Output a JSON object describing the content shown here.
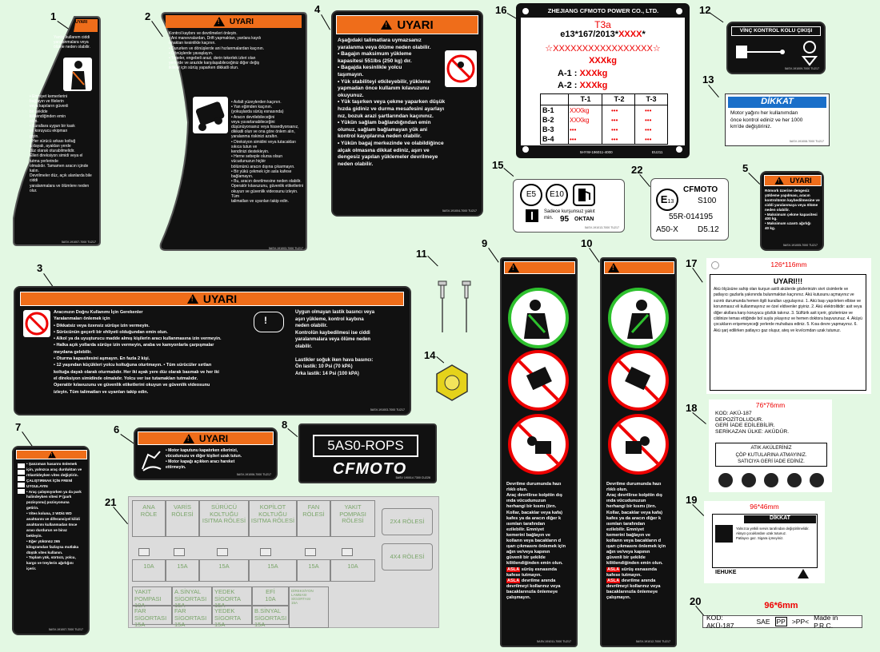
{
  "colors": {
    "bg": "#e3f8e3",
    "orange": "#ef6d1a",
    "black": "#111111",
    "red": "#e00000",
    "blue": "#1a6fc9",
    "green": "#2ec12e"
  },
  "numbers": [
    "1",
    "2",
    "3",
    "4",
    "5",
    "6",
    "7",
    "8",
    "9",
    "10",
    "11",
    "12",
    "13",
    "14",
    "15",
    "16",
    "17",
    "18",
    "19",
    "20",
    "21",
    "22"
  ],
  "d1": {
    "banner": "UYARI",
    "top": "Yanlış kullanım ciddi\nyaralanmalara veya\nölüme neden olabilir.",
    "mid": "• Emniyet kemerlerini\nbağlayın ve filelerin\nveya kapıların güvenli\nbir şekilde\nkilitlendiğinden emin\nolun.\n• Kurallara uygun bir kask\nve koruyucu ekipman\ngiyin.\n• Her sürücü arkası koltuğ\na dayalı, ayakları yerde\ndüz olarak oturabilmelidir.\nElleri direksiyon simidi veya el\ntutma yerlerinde\nolmalıdır. Tamamen aracın içinde kalın.\nDevrilmeler düz, açık alanlarda bile ciddi\nyaralanmalara ve ölümlere neden olur.",
    "foot": "5ASV-191007-7000 TU217"
  },
  "d2": {
    "banner": "UYARI",
    "lines": "Kontrol kaybını ve devrilmeleri önleyin.\n• Ani manevralardan, Drift yapmaktan, yanlara kaydı\nrmaktan kesinlikle kaçının.\n• Dururken ve dönüşlerde ani hızlanmalardan kaçının.\n• Dönüşlerde yavaşlayın.\n• Tepeler, engebeli arazi, derin tekerlek izleri olan\nyerlerde ve arazide karşılaşabileceğiniz diğer değiş\niklikler için sürüş yaparken dikkatli olun.",
    "side": "• Asfalt yüzeylerden kaçının.\n• Yan eğimden kaçının.\n(yokuşlarda sürüş esnasında)\n• Aracın devrilebileceğini\nveya yuvarlanabileceğini\ndüşünüyorsanız veya hissediyorsanız,\ndikkatli olun ve ona göre önlem alın,\nyaralanma riskinizi azaltın.\n• Direksiyon simidini veya tutacakları sıkıca tutun ve\nkendinizi destekleyin.\n• Herne sebeple olursa olsun vücudunuzun hiçbir\nbölümünü aracın dışına çıkarmayın.\n• Bir yükü çekmek için asla kafese bağlamayın.\n• Bu, aracın devrilmesine neden olabilir.\nOperatör kılavuzunu, güvenlik etiketlerini\nokuyun ve güvenlik videosunu izleyin. Tüm\ntalimatları ve uyarıları takip edin.",
    "foot": "5ASV-191003-7000 TU217"
  },
  "d3": {
    "banner": "UYARI",
    "left": "Aracınızın Doğru Kullanımı İçin Gerekenler\nYaralanmaları önlemek için\n• Dikkatsiz veya özensiz sürüşe izin vermeyin.\n• Sürücünün geçerli bir ehliyeti olduğundan emin olun.\n• Alkol ya da uyuşturucu madde almış kişilerin aracı kullanmasına izin vermeyin.\n• Halka açık yollarda sürüşe izin vermeyin, araba ve kamyonlarla çarpışmalar\nmeydana gelebilir.\n• Oturma kapasitesini aşmayın. En fazla 2 kişi.\n• 12 yaşından küçükleri yolcu koltuğuna oturtmayın. • Tüm sürücüler sırtları\nkoltuğa dayalı olarak oturmalıdır. Her iki ayak yere düz olarak basmalı ve her iki\nel direksiyon simidinde olmalıdır. Yolcu ver ise tutamakları tutmalıdır.\nOperatör kılavuzunu ve güvenlik etiketlerini okuyun ve güvenlik videosunu\nizleyin. Tüm talimatları ve uyarıları takip edin.",
    "right": "Uygun olmayan lastik basıncı veya\naşırı yükleme, kontrol kaybına\nneden olabilir.\nKontrolün kaybedilmesi ise ciddi\nyaralanmalara veya ölüme neden\nolabilir.\n\nLastikler soğuk iken hava basıncı:\nÖn lastik: 10 Psi (70 kPA)\nArka lastik: 14 Psi (100 kPA)",
    "foot": "5ASV-191003-7000 TU217"
  },
  "d4": {
    "banner": "UYARI",
    "lines": "Aşağıdaki talimatlara uymazsanız\nyaralanma veya ölüme neden olabilir.\n• Bagajın maksimum yükleme\nkapasitesi 551lbs (250 kg) dır.\n• Bagajda kesinlikle yolcu\ntaşımayın.\n• Yük stabiliteyi etkileyebilir, yükleme\nyapmadan önce kullanım kılavuzunu\nokuyunuz.\n• Yük taşırken veya çekme yaparken düşük\nhızda gidiniz ve durma mesafesini ayarlayı\nnız, bozuk arazi şartlarından kaçınınız.\n• Yükün sağlam bağlandığından emin\nolunuz, sağlam bağlamayan yük ani\nkontrol kayıplarına neden olabilir.\n• Yükün bagaj merkezinde ve olabildiğince\nalçak olmasına dikkat ediniz, aşırı ve\ndengesiz yapılan yüklemeler devrilmeye\nneden olabilir.",
    "foot": "5ASV-191004-7000 TU217"
  },
  "d5": {
    "banner": "UYARI",
    "lines": "Römork üzerine dengesiz\nyükleme yapılması, aracın\nkontrolünün kaybedilmesine ve\nciddi yaralanmaya veya ölüme\nneden olabilir.\n• Maksimum çekme kapasitesi\n400 kg.\n• Maksimum uzantı ağırlığı\n40 kg.",
    "foot": "5ASV-191005-7000 TU217"
  },
  "d6": {
    "banner": "UYARI",
    "lines": "• Motor kaputunu kapatırken ellerinizi,\nvücudunuzu ve diğer kişileri uzak tutun.\n• Motor kapağı açıkken aracı hareket\nettirmeyin.",
    "foot": "5ASV-191006-7000 TU217"
  },
  "d7": {
    "lines": "• Şanzıman hasarını önlemek\niçin, yalnızca araç durduktan ve\nrölantideyken vites değiştirin.\nÇALIŞTIRMAK İÇİN FRENİ\nUYGULAYIN\n• Araç çalışmıyorken ya da park\nhalindeyken vitesi P (park\npozisyonu) pozisyonuna\ngetirin.\n• Vites koluna, 2 WD/4 WD\nanahtarını ve diferansiyel kilidi\nanahtarını kullanmadan önce\naracı durdurun ve biraz\nbekleyin.\n• Eğer yükünüz 265\nkilogramdan fazlaysa mutlaka\ndüşük vites kullanın.\n• Toplam yük, sürücü, yolcu,\nkargo ve treylerin ağırlığını\niçerir.",
    "foot": "5ASV-191007-7000 TU217"
  },
  "d8": {
    "title": "5AS0-ROPS",
    "brand": "CFMOTO",
    "foot": "5ASV 190014 7300 CU226"
  },
  "d9": {
    "lines": "Devrilme durumunda hazı\nrlıklı olun.\nAraç devrilirse kolpitin dış\nında vücudunuzun\nherhangi bir kısmı (örn.\nKollar, bacaklar veya kafa)\nkafes ya da aracın diğer k\nısımları tarafından\nezilebilir. Emniyet\nkemerini bağlayın ve\nkolların veya bacakların d\nışarı çıkmasını önlemek için\naǧın ve/veya kapının\ngüvenli bir şekilde\nkilitlendiğinden emin olun.",
    "asla1": "ASLA",
    "s1": " sürüş esnasında\nkafese tutmayın.",
    "asla2": "ASLA",
    "s2": " devrilme anında\ndevrilmeyi kollarınız veya\nbacaklarınızla önlemeye\nçalışmayın.",
    "foot": "5ASV-191011-7000 TU217"
  },
  "d10": {
    "foot": "5ASV-191012-7000 TU217"
  },
  "d11": {},
  "d12": {
    "title": "VİNÇ KONTROL KOLU ÇIKIŞI",
    "foot": "5ASV-191009-7000 TU217"
  },
  "d13": {
    "title": "DİKKAT",
    "lines": "Motor yağını her kullanımdan\nönce kontrol ediniz ve her 1000\nkm'de değiştiriniz.",
    "foot": "5ASV-191008-7000 TU217"
  },
  "d15": {
    "e5": "E5",
    "e10": "E10",
    "text": "Sadece kurşunsuz yakıt\nmin.",
    "oktan_num": "95",
    "oktan": "OKTAN",
    "foot": "5ASV-191013-7000 TU217"
  },
  "d16": {
    "maker": "ZHEJIANG CFMOTO POWER CO., LTD.",
    "type": "T3a",
    "approval": "e13*167/2013*",
    "approval_x": "XXXX",
    "approval_star": "*",
    "vin": "☆XXXXXXXXXXXXXXXXX☆",
    "mass": "XXXkg",
    "a1": "A-1 :",
    "a2": "A-2 :",
    "a_val": "XXXkg",
    "cols": [
      "T-1",
      "T-2",
      "T-3"
    ],
    "rows": [
      "B-1",
      "B-2",
      "B-3",
      "B-4"
    ],
    "cell_x": "XXXkg",
    "cell_dots": "•••",
    "code": "5HYW-196011-4000",
    "tu": "EU211"
  },
  "d17": {
    "size": "126*116mm",
    "title": "UYARI!!!",
    "lines": "Akü ölçüsüne sahip olan kurşun asitli akülerde gözlerinizin sivri cisimlerle ve patlayıcı gazlarla yakınında bulunmaktan kaçınınız. Akü kutusunu açmayınız ve sızıntı durumunda hemen ilgili kuralları uygulayınız.\n1. Akü başı yapılırken elbise ve korunmasız eli kullanmayınız ve özel eldivenler giyiniz.\n2. Akü elektrolitidir: asit veya diğer akıllara karşı koruyucu gözlük takınız.\n3. Sülfürik asit içerir, gözlerinize ve cildinize temas ettiğinde bol suyla yıkayınız ve hemen doktora başvurunuz.\n4. Aküyü çocukların erişemeyeceği yerlerde muhafaza ediniz.\n5. Kısa devre yapmayınız.\n6. Akü şarj edilirken patlayıcı gaz oluşur, ateş ve kıvılcımdan uzak tutunuz."
  },
  "d18": {
    "size": "76*76mm",
    "lines": "KOD: AKÜ-187\nDEPOZİTOLUDUR.\nGERİ İADE EDİLEBİLİR.\nSERİKAZAN ÜLKE: AKÜDÜR.",
    "box": "ATIK AKÜLERİNİZ\nÇÖP KUTULARINA ATMAYINIZ.\nSATICIYA GERİ İADE EDİNİZ."
  },
  "d19": {
    "size": "96*46mm",
    "title": "DİKKAT",
    "lines": "Yalnızca yetkili servis tarafından değiştirilmelidir.\nAküyü çocuklardan uzak tutunuz.\nPatlayıcı gaz. Sigara içmeyiniz.",
    "brand": "IEHUKE"
  },
  "d20": {
    "size": "96*6mm",
    "kod": "KOD: AKÜ-187",
    "sae": "SAE",
    "pp": "PP",
    "pps": ">PP<",
    "made": "Made in P.R.C."
  },
  "d21": {
    "top": [
      "ANA\nRÖLE",
      "VARİS\nRÖLESİ",
      "SÜRÜCÜ\nKOLTUĞU\nISITMA RÖLESİ",
      "KOPİLOT\nKOLTUĞU\nISITMA RÖLESİ",
      "FAN\nRÖLESİ",
      "YAKIT\nPOMPASI\nRÖLESİ"
    ],
    "r1": "2X4 RÖLESİ",
    "r2": "4X4 RÖLESİ",
    "fuses": [
      "10A",
      "15A",
      "15A",
      "15A",
      "15A",
      "10A"
    ],
    "bottom": [
      "YAKIT\nPOMPASI 10A",
      "A.SİNYAL\nSİGORTASI 15A",
      "YEDEK\nSİGORTA 15A",
      "EFİ\n10A",
      "FAR\nSİGORTASI 15A",
      "FAR\nSİGORTASI 15A",
      "YEDEK\nSİGORTA 15A",
      "B.SİNYAL\nSİGORTASI 15A"
    ],
    "tiny": "DİREKSİYON\nLAMBASI\nSİGORTASI\n15A"
  },
  "d22": {
    "mark": "E",
    "mark_sub": "13",
    "brand": "CFMOTO",
    "model": "S100",
    "code": "55R-014195",
    "a50": "A50-X",
    "d512": "D5.12"
  }
}
